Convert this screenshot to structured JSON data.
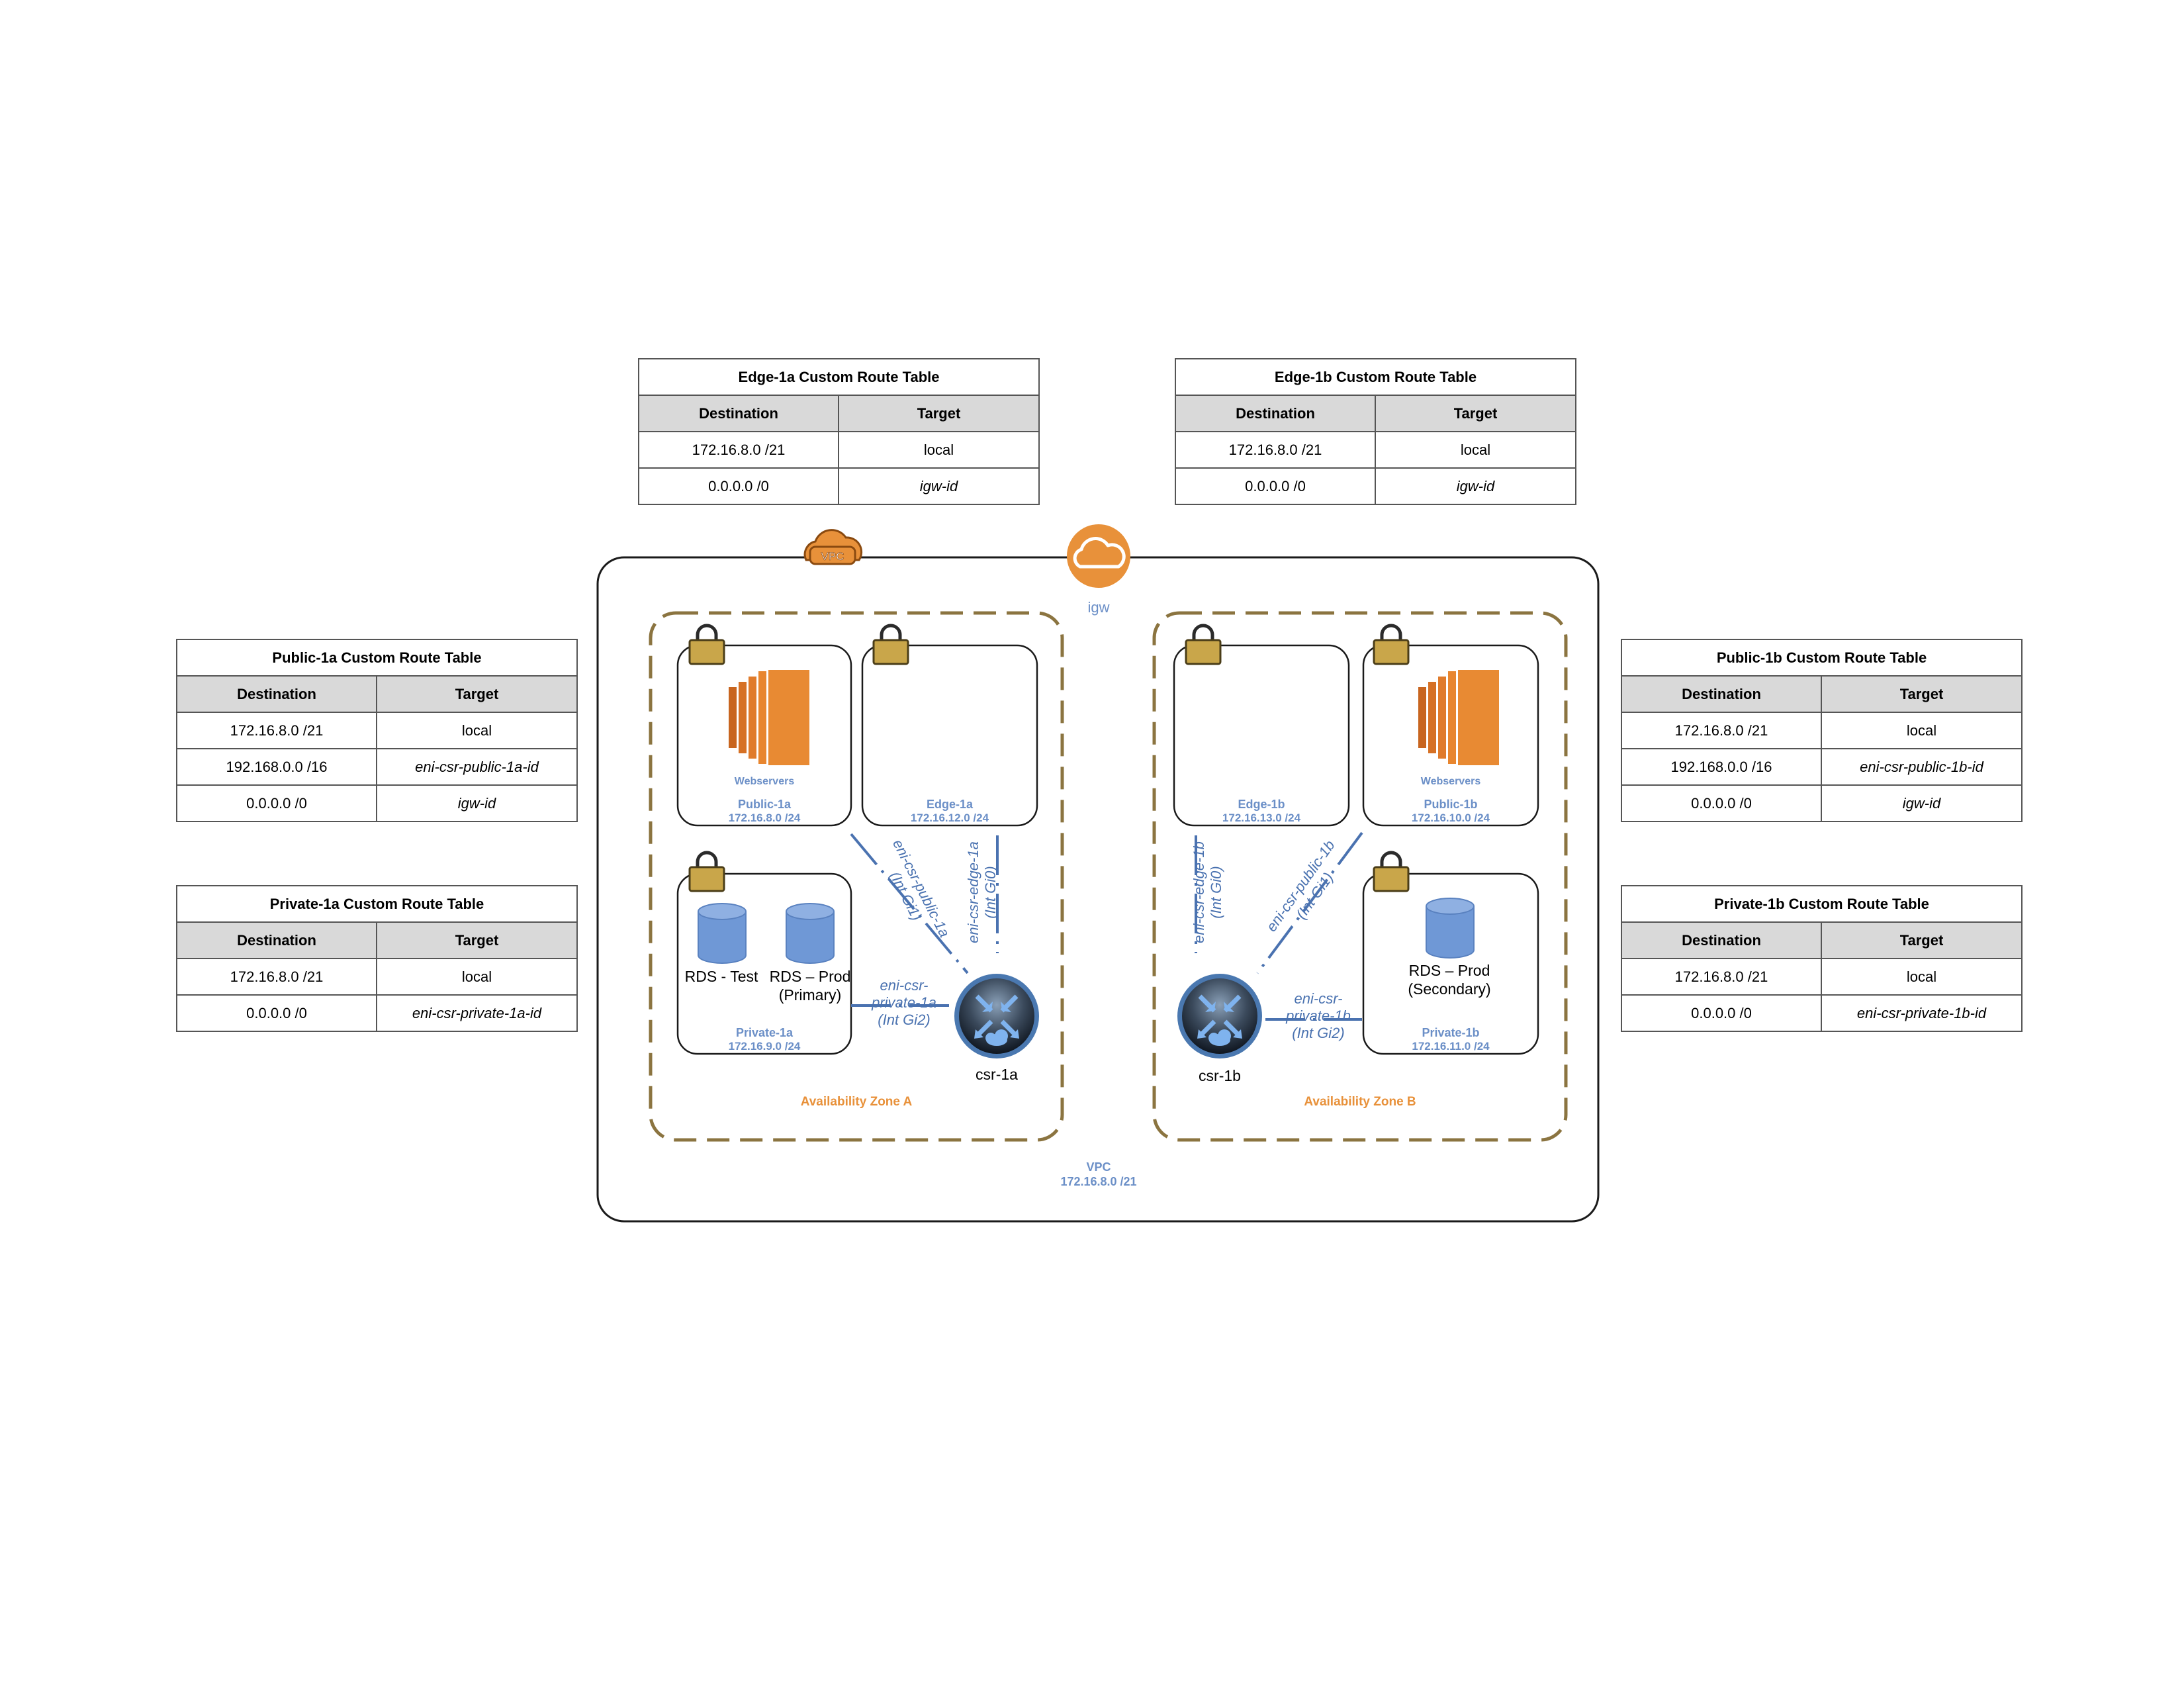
{
  "route_tables": {
    "edge_1a": {
      "title": "Edge-1a Custom Route Table",
      "headers": [
        "Destination",
        "Target"
      ],
      "rows": [
        [
          "172.16.8.0 /21",
          "local"
        ],
        [
          "0.0.0.0 /0",
          "igw-id"
        ]
      ]
    },
    "edge_1b": {
      "title": "Edge-1b Custom Route Table",
      "headers": [
        "Destination",
        "Target"
      ],
      "rows": [
        [
          "172.16.8.0 /21",
          "local"
        ],
        [
          "0.0.0.0 /0",
          "igw-id"
        ]
      ]
    },
    "public_1a": {
      "title": "Public-1a Custom Route Table",
      "headers": [
        "Destination",
        "Target"
      ],
      "rows": [
        [
          "172.16.8.0 /21",
          "local"
        ],
        [
          "192.168.0.0 /16",
          "eni-csr-public-1a-id"
        ],
        [
          "0.0.0.0 /0",
          "igw-id"
        ]
      ]
    },
    "private_1a": {
      "title": "Private-1a Custom Route Table",
      "headers": [
        "Destination",
        "Target"
      ],
      "rows": [
        [
          "172.16.8.0 /21",
          "local"
        ],
        [
          "0.0.0.0 /0",
          "eni-csr-private-1a-id"
        ]
      ]
    },
    "public_1b": {
      "title": "Public-1b Custom Route Table",
      "headers": [
        "Destination",
        "Target"
      ],
      "rows": [
        [
          "172.16.8.0 /21",
          "local"
        ],
        [
          "192.168.0.0 /16",
          "eni-csr-public-1b-id"
        ],
        [
          "0.0.0.0 /0",
          "igw-id"
        ]
      ]
    },
    "private_1b": {
      "title": "Private-1b Custom Route Table",
      "headers": [
        "Destination",
        "Target"
      ],
      "rows": [
        [
          "172.16.8.0 /21",
          "local"
        ],
        [
          "0.0.0.0 /0",
          "eni-csr-private-1b-id"
        ]
      ]
    }
  },
  "vpc": {
    "badge": "VPC",
    "name": "VPC",
    "cidr": "172.16.8.0 /21"
  },
  "igw": {
    "label": "igw"
  },
  "zones": {
    "a": "Availability Zone A",
    "b": "Availability Zone B"
  },
  "subnets": {
    "public_1a": {
      "name": "Public-1a",
      "cidr": "172.16.8.0 /24",
      "content": "Webservers"
    },
    "edge_1a": {
      "name": "Edge-1a",
      "cidr": "172.16.12.0 /24"
    },
    "private_1a": {
      "name": "Private-1a",
      "cidr": "172.16.9.0 /24"
    },
    "edge_1b": {
      "name": "Edge-1b",
      "cidr": "172.16.13.0 /24"
    },
    "public_1b": {
      "name": "Public-1b",
      "cidr": "172.16.10.0 /24",
      "content": "Webservers"
    },
    "private_1b": {
      "name": "Private-1b",
      "cidr": "172.16.11.0 /24"
    }
  },
  "databases": {
    "rds_test": "RDS - Test",
    "rds_prod_primary_1": "RDS – Prod",
    "rds_prod_primary_2": "(Primary)",
    "rds_prod_secondary_1": "RDS – Prod",
    "rds_prod_secondary_2": "(Secondary)"
  },
  "routers": {
    "csr_1a": "csr-1a",
    "csr_1b": "csr-1b"
  },
  "interfaces": {
    "public_1a": [
      "eni-csr-public-1a",
      "(Int Gi1)"
    ],
    "edge_1a": [
      "eni-csr-edge-1a",
      "(Int Gi0)"
    ],
    "private_1a": [
      "eni-csr-",
      "private-1a",
      "(Int Gi2)"
    ],
    "edge_1b": [
      "eni-csr-edge-1b",
      "(Int Gi0)"
    ],
    "public_1b": [
      "eni-csr-public-1b",
      "(Int Gi1)"
    ],
    "private_1b": [
      "eni-csr-",
      "private-1b",
      "(Int Gi2)"
    ]
  },
  "colors": {
    "az_border": "#8b7440",
    "aws_orange": "#e8913a",
    "label_blue": "#6b8fc7",
    "db_blue": "#6f98d6",
    "header_gray": "#d9d9d9"
  }
}
